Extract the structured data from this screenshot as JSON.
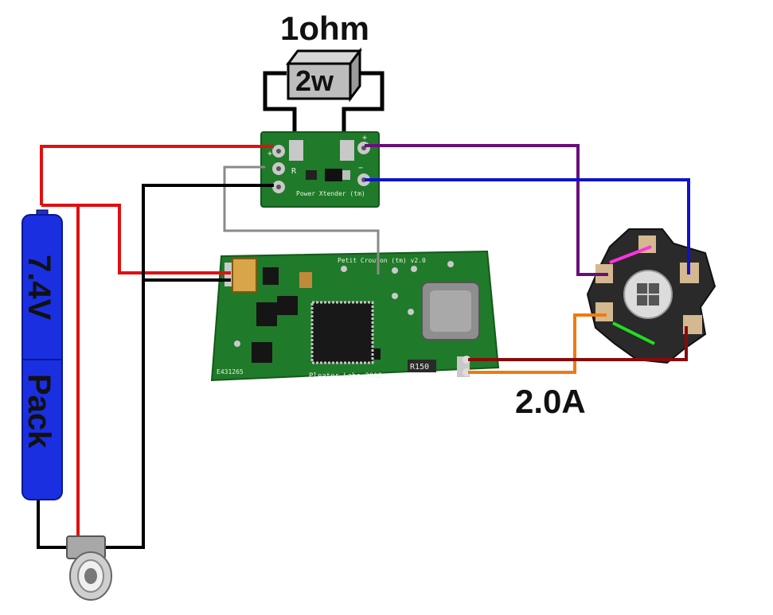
{
  "resistor": {
    "value_label": "1ohm",
    "power_label": "2w"
  },
  "battery": {
    "voltage_label": "7.4V",
    "type_label": "Pack"
  },
  "driver": {
    "current_label": "2.0A",
    "title_silk": "Petit Crouton (tm) v2.0",
    "maker_silk": "Pleater Labs 2012",
    "id_silk": "E431265",
    "sense_resistor": "R150"
  },
  "power_extender": {
    "silk_label": "Power Xtender (tm)"
  },
  "colors": {
    "pcb_green": "#1f7a2a",
    "battery_blue": "#1a2fe0",
    "wire_red": "#e01010",
    "wire_black": "#000000",
    "wire_purple": "#6a0f7a",
    "wire_blue": "#1010d0",
    "wire_orange": "#f07a10",
    "wire_darkred": "#8a0a0a",
    "wire_gray": "#8a8a8a"
  },
  "icons": [
    "resistor-icon",
    "battery-icon",
    "led-star-icon",
    "dc-jack-icon",
    "pcb-icon"
  ]
}
